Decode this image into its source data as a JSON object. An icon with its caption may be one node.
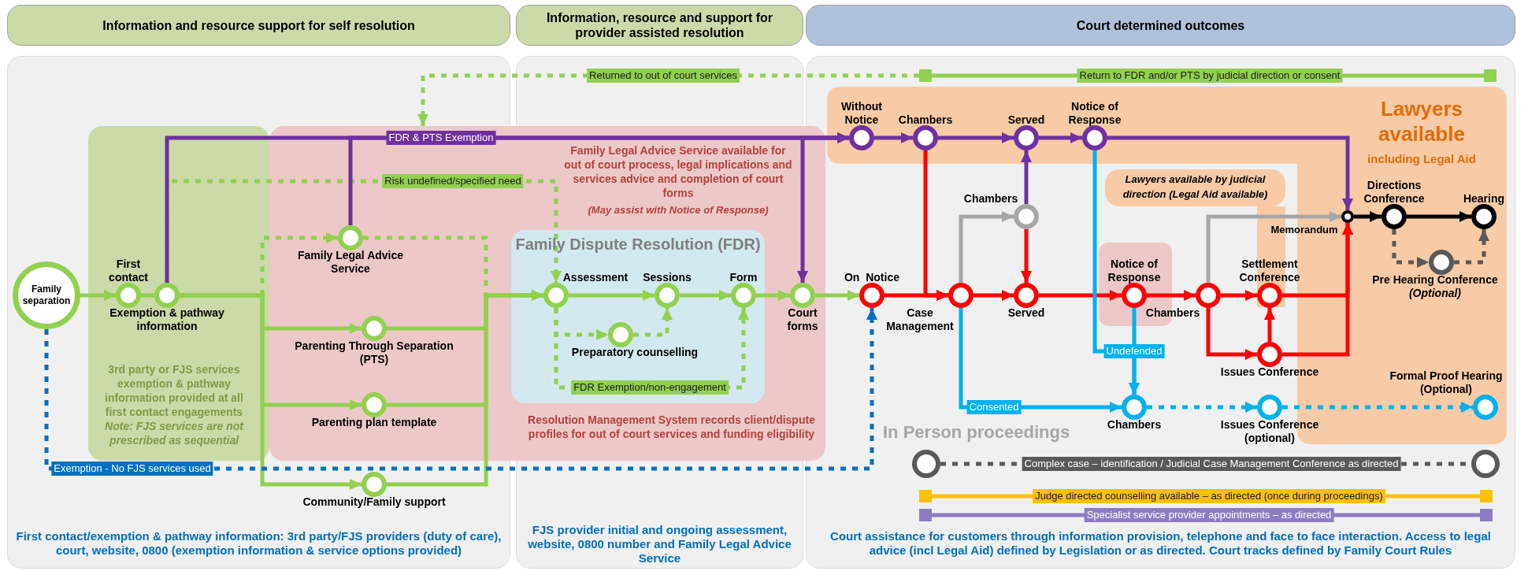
{
  "diagram": {
    "nodes": [
      {
        "text": [
          "Information and resource support for self resolution"
        ]
      },
      {
        "text": [
          "Family separation"
        ]
      },
      {
        "text": [
          "3rd party or FJS services exemption & pathway information provided at all first contact engagements",
          "Note: FJS services are not prescribed as sequential"
        ]
      },
      {
        "text": [
          "First contact"
        ],
        "in": 2
      },
      {
        "text": [
          "Exemption & pathway information"
        ],
        "in": 2
      },
      {
        "text": [
          "Information, resource and support for provider assisted resolution"
        ]
      },
      {
        "text": [
          "Family Legal Advice Service available for out of court process, legal implications and services advice and completion of court forms",
          "(May assist with Notice of Response)",
          "Resolution Management System records client/dispute profiles for out of court services and funding eligibility"
        ]
      },
      {
        "text": [
          "Family Legal Advice Service"
        ],
        "in": 6
      },
      {
        "text": [
          "Parenting Through Separation (PTS)"
        ],
        "in": 6
      },
      {
        "text": [
          "Parenting plan template"
        ],
        "in": 6
      },
      {
        "text": [
          "Community/Family support"
        ]
      },
      {
        "text": [
          "Family Dispute Resolution (FDR)"
        ],
        "in": 6
      },
      {
        "text": [
          "Assessment"
        ],
        "in": 11
      },
      {
        "text": [
          "Sessions"
        ],
        "in": 11
      },
      {
        "text": [
          "Form"
        ],
        "in": 11
      },
      {
        "text": [
          "Preparatory counselling"
        ],
        "in": 11
      },
      {
        "text": [
          "Court forms"
        ],
        "in": 6
      },
      {
        "text": [
          "Court determined outcomes"
        ]
      },
      {
        "text": [
          "Lawyers available",
          "including Legal Aid"
        ]
      },
      {
        "text": [
          "Without Notice"
        ],
        "in": 18
      },
      {
        "text": [
          "Chambers"
        ],
        "in": 18
      },
      {
        "text": [
          "Served"
        ],
        "in": 18
      },
      {
        "text": [
          "Notice of Response"
        ],
        "in": 18
      },
      {
        "text": [
          "Lawyers available by judicial direction (Legal Aid available)"
        ]
      },
      {
        "text": [
          "On  Notice"
        ]
      },
      {
        "text": [
          "Chambers"
        ]
      },
      {
        "text": [
          "Case Management"
        ]
      },
      {
        "text": [
          "Served"
        ]
      },
      {
        "text": [
          "Notice of Response"
        ]
      },
      {
        "text": [
          "Chambers"
        ]
      },
      {
        "text": [
          "Settlement Conference"
        ]
      },
      {
        "text": [
          "Issues Conference"
        ]
      },
      {
        "text": [
          "Memorandum"
        ],
        "in": 18
      },
      {
        "text": [
          "Directions Conference"
        ],
        "in": 18
      },
      {
        "text": [
          "Hearing"
        ],
        "in": 18
      },
      {
        "text": [
          "Pre Hearing Conference",
          "(Optional)"
        ],
        "in": 18
      },
      {
        "text": [
          "Chambers"
        ]
      },
      {
        "text": [
          "Issues Conference (optional)"
        ]
      },
      {
        "text": [
          "Formal Proof Hearing (Optional)"
        ],
        "in": 18
      },
      {
        "text": [],
        "shape": "circle"
      },
      {
        "text": [],
        "shape": "circle"
      },
      {
        "text": [],
        "shape": "box"
      },
      {
        "text": [],
        "shape": "box"
      },
      {
        "text": [],
        "shape": "box"
      },
      {
        "text": [],
        "shape": "box"
      },
      {
        "text": [],
        "shape": "box"
      },
      {
        "text": [],
        "shape": "box"
      }
    ],
    "edges": [
      {
        "from": 1,
        "to": 3,
        "arrow": "to"
      },
      {
        "from": 3,
        "to": 4,
        "arrow": "none"
      },
      {
        "from": 4,
        "to": 7,
        "arrow": "to",
        "style": "dashed"
      },
      {
        "from": 4,
        "to": 8,
        "arrow": "to"
      },
      {
        "from": 4,
        "to": 9,
        "arrow": "to"
      },
      {
        "from": 4,
        "to": 10,
        "arrow": "to"
      },
      {
        "from": 4,
        "to": 12,
        "label": "Risk undefined/specified need",
        "arrow": "to",
        "style": "dashed"
      },
      {
        "from": 4,
        "to": 19,
        "label": "FDR & PTS Exemption",
        "arrow": "to",
        "color": "#7030a0"
      },
      {
        "from": 7,
        "to": 19,
        "arrow": "to",
        "color": "#7030a0"
      },
      {
        "from": 7,
        "to": 12,
        "arrow": "to",
        "style": "dashed"
      },
      {
        "from": 8,
        "to": 12,
        "arrow": "to"
      },
      {
        "from": 9,
        "to": 12,
        "arrow": "to"
      },
      {
        "from": 10,
        "to": 12,
        "arrow": "to"
      },
      {
        "from": 12,
        "to": 13,
        "arrow": "to"
      },
      {
        "from": 13,
        "to": 14,
        "arrow": "to"
      },
      {
        "from": 12,
        "to": 15,
        "arrow": "to",
        "style": "dashed"
      },
      {
        "from": 15,
        "to": 13,
        "arrow": "to",
        "style": "dashed"
      },
      {
        "from": 12,
        "to": 14,
        "label": "FDR Exemption/non-engagement",
        "arrow": "to",
        "style": "dashed"
      },
      {
        "from": 14,
        "to": 16,
        "arrow": "to"
      },
      {
        "from": 16,
        "to": 24,
        "arrow": "to"
      },
      {
        "from": 16,
        "to": 19,
        "arrow": "both",
        "color": "#7030a0"
      },
      {
        "from": 1,
        "to": 24,
        "label": "Exemption - No FJS services used",
        "arrow": "to",
        "style": "dashed",
        "color": "#0070c0"
      },
      {
        "from": 19,
        "to": 20,
        "arrow": "to",
        "color": "#7030a0"
      },
      {
        "from": 20,
        "to": 21,
        "arrow": "to",
        "color": "#7030a0"
      },
      {
        "from": 21,
        "to": 22,
        "arrow": "to",
        "color": "#7030a0"
      },
      {
        "from": 22,
        "to": 32,
        "arrow": "to",
        "color": "#7030a0"
      },
      {
        "from": 25,
        "to": 21,
        "arrow": "to",
        "color": "#7030a0"
      },
      {
        "from": 24,
        "to": 26,
        "arrow": "to",
        "color": "#ff0000"
      },
      {
        "from": 20,
        "to": 26,
        "arrow": "to",
        "color": "#ff0000"
      },
      {
        "from": 26,
        "to": 25,
        "arrow": "to",
        "color": "#a6a6a6"
      },
      {
        "from": 26,
        "to": 27,
        "arrow": "to",
        "color": "#ff0000"
      },
      {
        "from": 25,
        "to": 27,
        "arrow": "to",
        "color": "#ff0000"
      },
      {
        "from": 27,
        "to": 28,
        "arrow": "to",
        "color": "#ff0000"
      },
      {
        "from": 28,
        "to": 29,
        "arrow": "to",
        "color": "#ff0000"
      },
      {
        "from": 29,
        "to": 30,
        "arrow": "to",
        "color": "#ff0000"
      },
      {
        "from": 29,
        "to": 31,
        "arrow": "to",
        "color": "#ff0000"
      },
      {
        "from": 31,
        "to": 30,
        "arrow": "to",
        "color": "#ff0000"
      },
      {
        "from": 30,
        "to": 32,
        "arrow": "to",
        "color": "#ff0000"
      },
      {
        "from": 31,
        "to": 32,
        "arrow": "to",
        "color": "#ff0000"
      },
      {
        "from": 29,
        "to": 32,
        "arrow": "to",
        "color": "#a6a6a6"
      },
      {
        "from": 32,
        "to": 33,
        "arrow": "to",
        "color": "#000000"
      },
      {
        "from": 33,
        "to": 34,
        "arrow": "to",
        "color": "#000000"
      },
      {
        "from": 33,
        "to": 35,
        "arrow": "to",
        "style": "dashed",
        "color": "#595959"
      },
      {
        "from": 35,
        "to": 34,
        "arrow": "to",
        "style": "dashed",
        "color": "#595959"
      },
      {
        "from": 22,
        "to": 36,
        "arrow": "to",
        "color": "#00b0f0"
      },
      {
        "from": 28,
        "to": 36,
        "label": "Undefended",
        "arrow": "to",
        "color": "#00b0f0"
      },
      {
        "from": 26,
        "to": 36,
        "label": "Consented",
        "arrow": "to",
        "color": "#00b0f0"
      },
      {
        "from": 36,
        "to": 37,
        "arrow": "to",
        "style": "dashed",
        "color": "#00b0f0"
      },
      {
        "from": 37,
        "to": 38,
        "arrow": "to",
        "style": "dashed",
        "color": "#00b0f0"
      },
      {
        "from": 39,
        "to": 40,
        "label": "Complex case – identification / Judicial Case Management Conference as directed",
        "arrow": "none",
        "style": "dashed",
        "color": "#595959"
      },
      {
        "from": 41,
        "to": 42,
        "label": "Judge directed counselling available – as directed (once during proceedings)",
        "arrow": "none",
        "color": "#ffc000"
      },
      {
        "from": 43,
        "to": 44,
        "label": "Specialist service provider appointments – as directed",
        "arrow": "none",
        "color": "#8e7cc3"
      },
      {
        "from": 45,
        "to": 46,
        "label": "Return to FDR and/or PTS by judicial direction or consent",
        "arrow": "none"
      },
      {
        "from": 45,
        "to": 6,
        "label": "Returned to out of court services",
        "arrow": "to",
        "style": "dashed"
      }
    ],
    "labels": [
      "In Person proceedings",
      "First contact/exemption & pathway information: 3rd party/FJS providers (duty of care), court, website, 0800 (exemption information & service options provided)",
      "FJS provider initial and ongoing assessment, website, 0800 number and Family Legal Advice Service",
      "Court assistance for customers through information provision, telephone and face to face interaction. Access to legal advice (incl Legal Aid) defined by Legislation or as directed. Court tracks defined by Family Court Rules"
    ]
  }
}
